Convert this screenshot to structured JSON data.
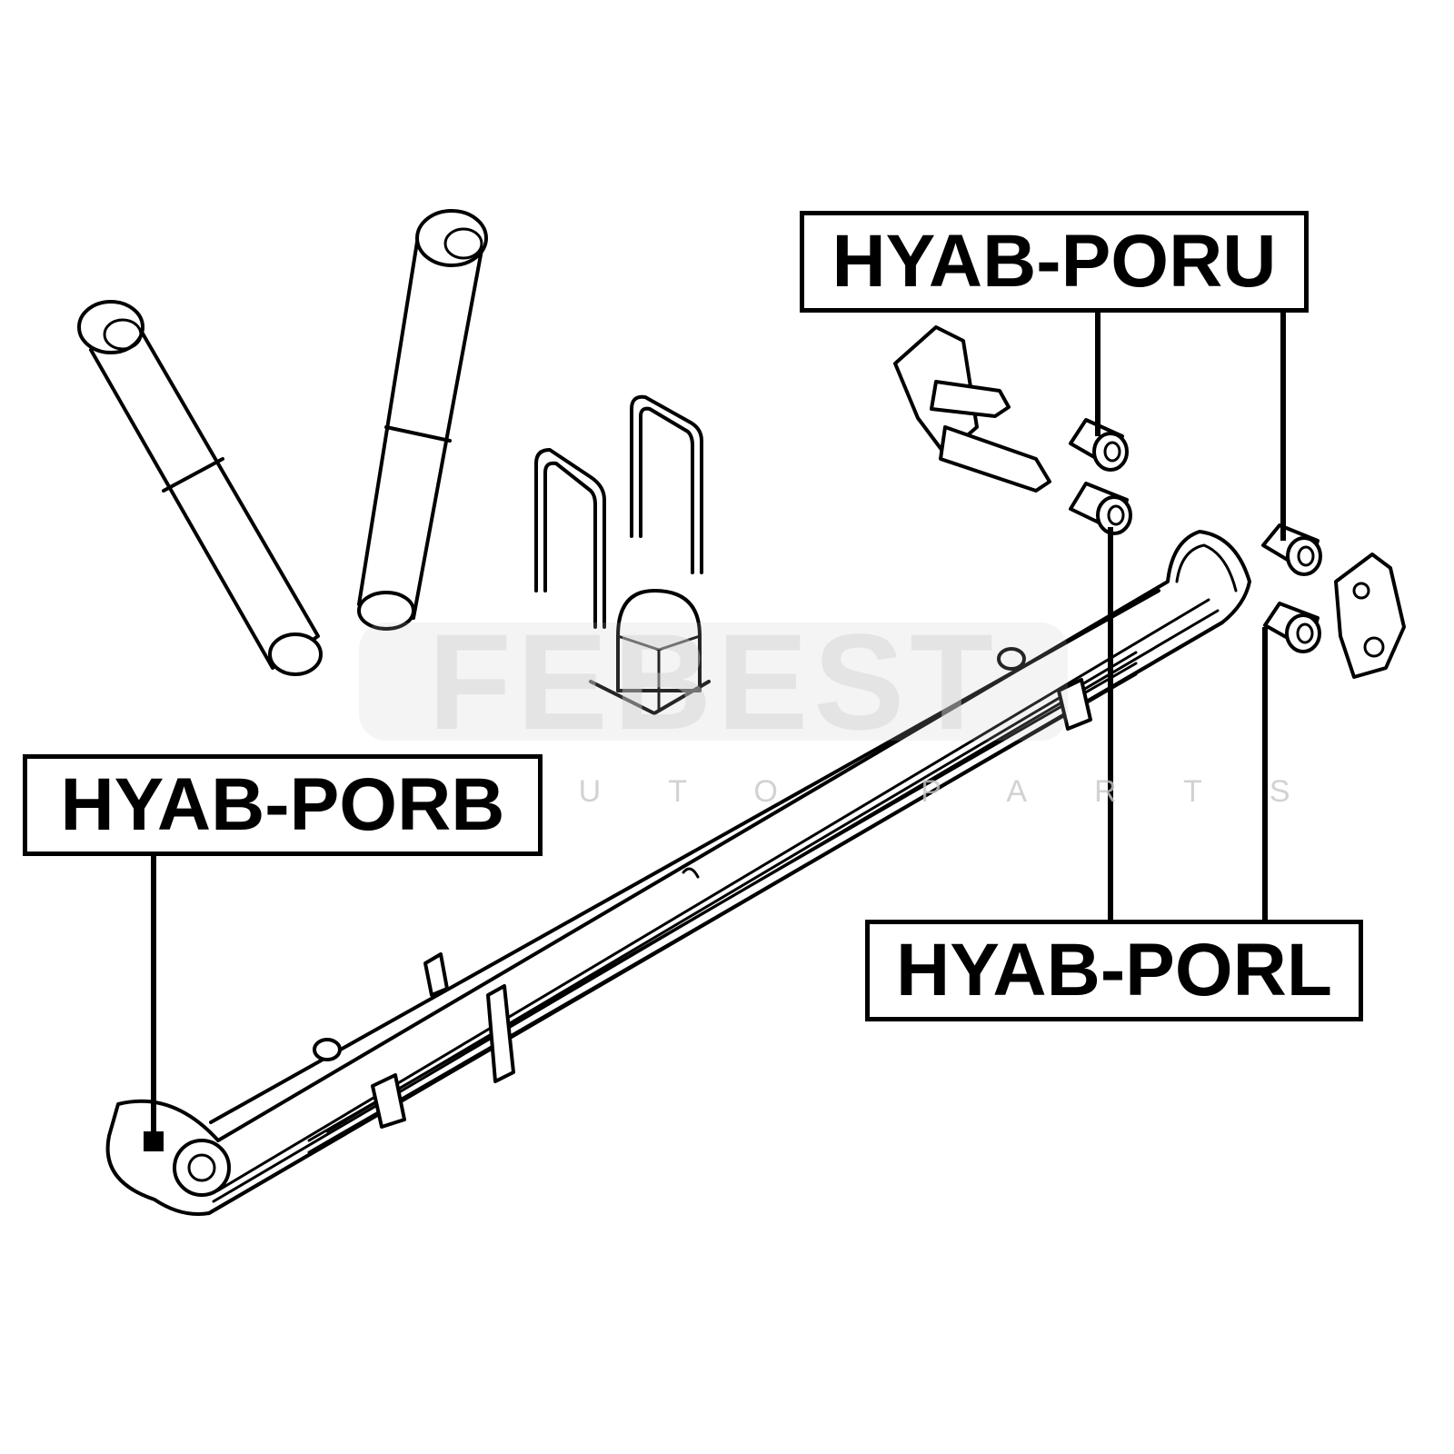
{
  "diagram": {
    "part_labels": {
      "upper_bushing": "HYAB-PORU",
      "spring_bushing": "HYAB-PORB",
      "lower_bushing": "HYAB-PORL"
    },
    "watermark": {
      "brand": "FEBEST",
      "tagline": "AUTO PARTS"
    }
  }
}
